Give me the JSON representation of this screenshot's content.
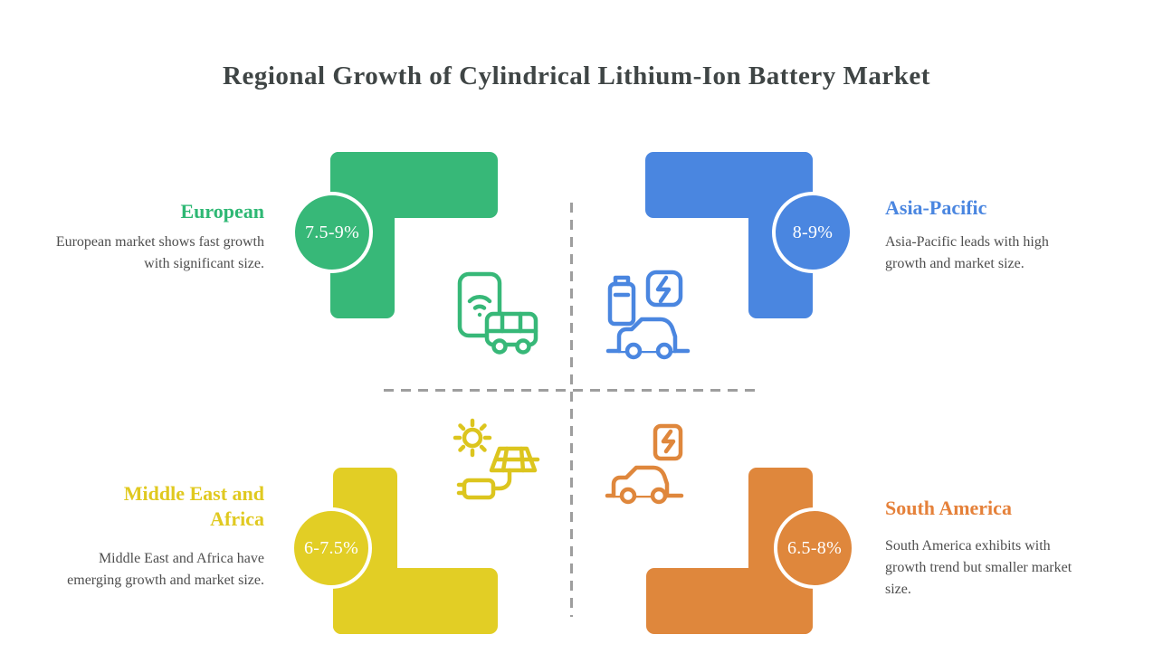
{
  "title": "Regional Growth of Cylindrical Lithium-Ion Battery Market",
  "quadrants": {
    "european": {
      "name": "European",
      "rate": "7.5-9%",
      "desc": "European market shows fast growth with significant size.",
      "color": "#37b878",
      "icon": "smartphone-and-bus"
    },
    "asia_pacific": {
      "name": "Asia-Pacific",
      "rate": "8-9%",
      "desc": "Asia-Pacific leads with high growth and market size.",
      "color": "#4a86e0",
      "icon": "battery-and-ev-charging-car"
    },
    "middle_east_africa": {
      "name": "Middle East and Africa",
      "rate": "6-7.5%",
      "desc": "Middle East and Africa have emerging growth and market size.",
      "color": "#e2ce25",
      "icon": "sun-solar-panel-and-plug"
    },
    "south_america": {
      "name": "South America",
      "rate": "6.5-8%",
      "desc": "South America exhibits with growth trend but smaller market size.",
      "color": "#df873c",
      "icon": "car-and-charger"
    }
  },
  "colors": {
    "title_text": "#3f4545",
    "body_text": "#4e4e4e",
    "divider_dash": "#9e9e9e",
    "green": "#37b878",
    "blue": "#4a86e0",
    "yellow": "#e2ce25",
    "orange": "#df873c"
  }
}
